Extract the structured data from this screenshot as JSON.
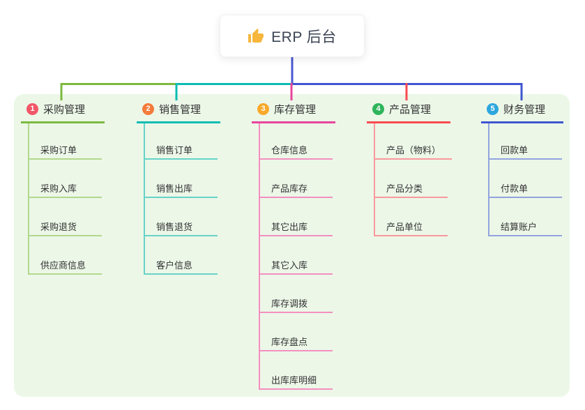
{
  "root": {
    "label": "ERP 后台",
    "icon": "thumbs-up",
    "text_color": "#3b4454",
    "line_color": "#4a5ad1",
    "icon_color": "#f6b73c"
  },
  "canvas": {
    "background": "#ffffff",
    "panel_background": "#ecf7e8"
  },
  "branches": [
    {
      "num": "1",
      "label": "采购管理",
      "badge_color": "#f25767",
      "line_color": "#7cb93f",
      "child_line_color": "#b2d98c",
      "children": [
        "采购订单",
        "采购入库",
        "采购退货",
        "供应商信息"
      ]
    },
    {
      "num": "2",
      "label": "销售管理",
      "badge_color": "#f57b3a",
      "line_color": "#0bbcb2",
      "child_line_color": "#67d3c9",
      "children": [
        "销售订单",
        "销售出库",
        "销售退货",
        "客户信息"
      ]
    },
    {
      "num": "3",
      "label": "库存管理",
      "badge_color": "#f9a92b",
      "line_color": "#e8449c",
      "child_line_color": "#f48fc0",
      "children": [
        "仓库信息",
        "产品库存",
        "其它出库",
        "其它入库",
        "库存调拨",
        "库存盘点",
        "出库库明细"
      ]
    },
    {
      "num": "4",
      "label": "产品管理",
      "badge_color": "#2fb45b",
      "line_color": "#f94a51",
      "child_line_color": "#f9999b",
      "children": [
        "产品（物料）",
        "产品分类",
        "产品单位"
      ]
    },
    {
      "num": "5",
      "label": "财务管理",
      "badge_color": "#2da7de",
      "line_color": "#4055cf",
      "child_line_color": "#92a4de",
      "children": [
        "回款单",
        "付款单",
        "结算账户"
      ]
    }
  ]
}
